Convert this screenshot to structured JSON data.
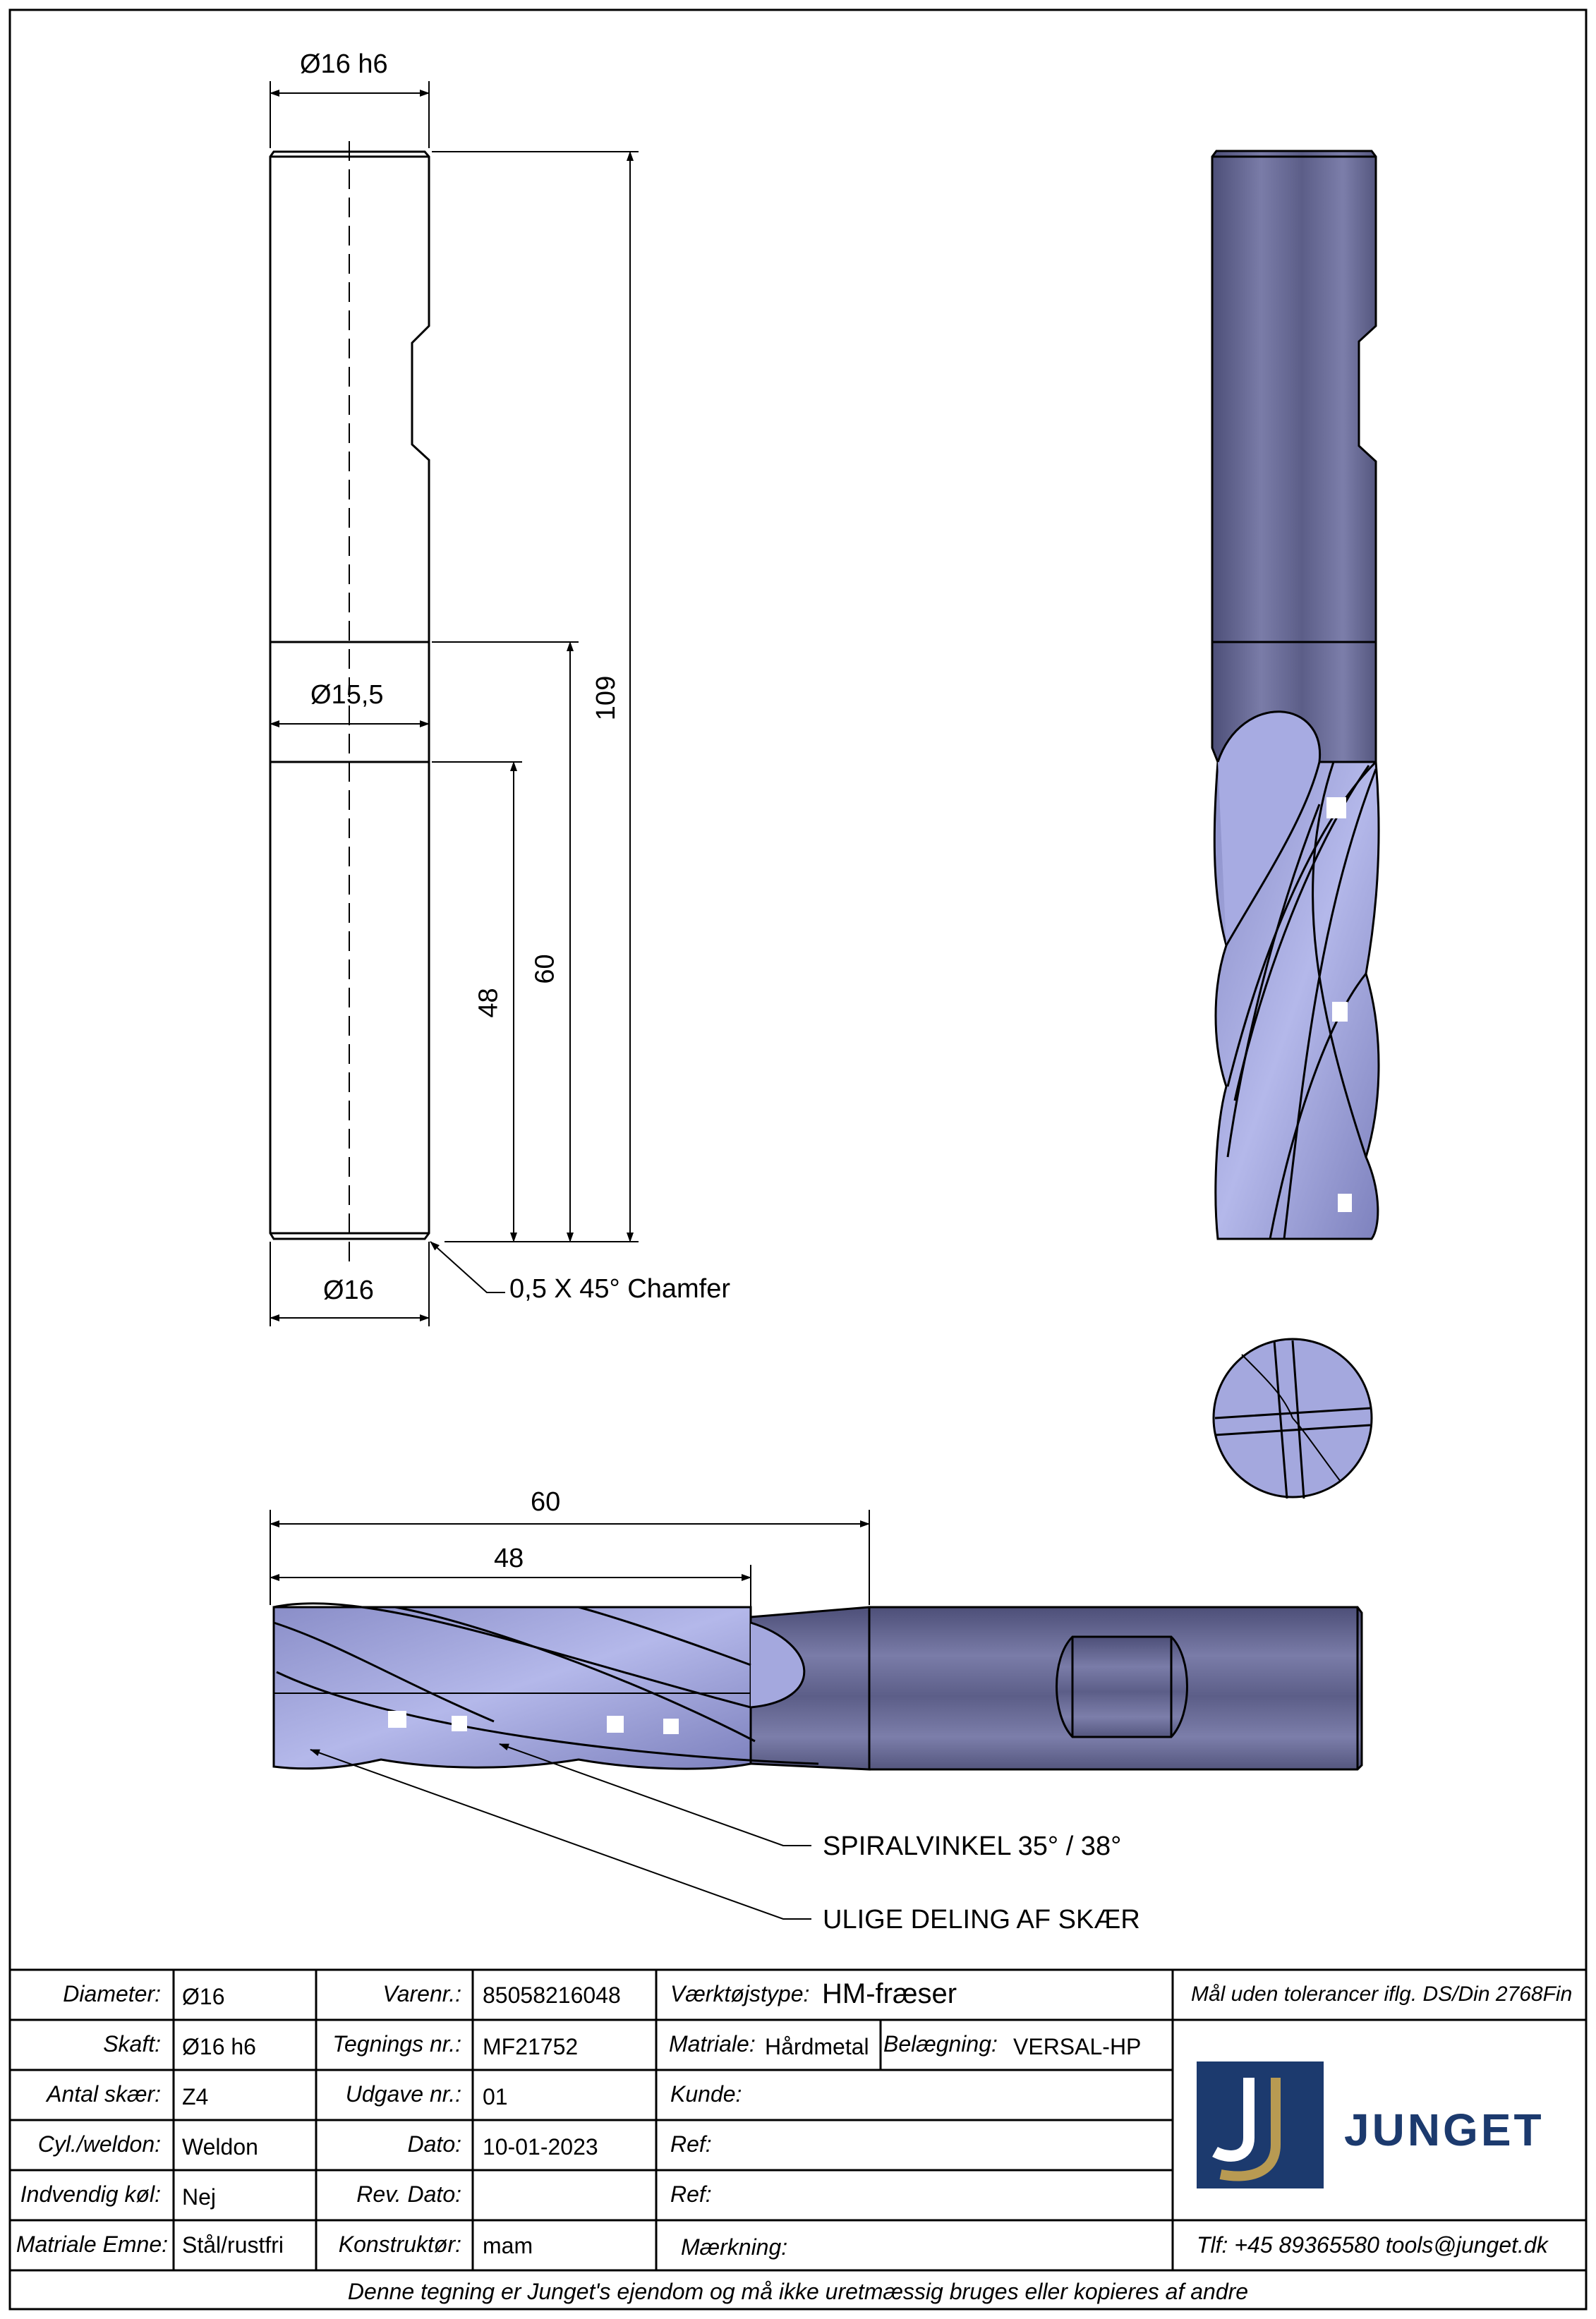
{
  "drawing": {
    "side_view": {
      "shank_dia": "Ø16 h6",
      "neck_dia": "Ø15,5",
      "tip_dia": "Ø16",
      "len_total": "109",
      "len_flute": "60",
      "len_cut": "48",
      "chamfer": "0,5 X 45° Chamfer"
    },
    "bottom_view": {
      "len_flute": "60",
      "len_cut": "48",
      "note_spiral": "SPIRALVINKEL 35° / 38°",
      "note_division": "ULIGE DELING AF SKÆR"
    }
  },
  "title_block": {
    "col1": [
      {
        "label": "Diameter:",
        "value": "Ø16"
      },
      {
        "label": "Skaft:",
        "value": "Ø16 h6"
      },
      {
        "label": "Antal skær:",
        "value": "Z4"
      },
      {
        "label": "Cyl./weldon:",
        "value": "Weldon"
      },
      {
        "label": "Indvendig køl:",
        "value": "Nej"
      },
      {
        "label": "Matriale Emne:",
        "value": "Stål/rustfri"
      }
    ],
    "col2": [
      {
        "label": "Varenr.:",
        "value": "85058216048"
      },
      {
        "label": "Tegnings nr.:",
        "value": "MF21752"
      },
      {
        "label": "Udgave nr.:",
        "value": "01"
      },
      {
        "label": "Dato:",
        "value": "10-01-2023"
      },
      {
        "label": "Rev. Dato:",
        "value": ""
      },
      {
        "label": "Konstruktør:",
        "value": "mam"
      }
    ],
    "tool_type_label": "Værktøjstype:",
    "tool_type_value": "HM-fræser",
    "material_label": "Matriale:",
    "material_value": "Hårdmetal",
    "coating_label": "Belægning:",
    "coating_value": "VERSAL-HP",
    "customer_label": "Kunde:",
    "ref1_label": "Ref:",
    "ref2_label": "Ref:",
    "marking_label": "Mærkning:",
    "tolerance_note": "Mål uden tolerancer iflg. DS/Din 2768Fin",
    "company": "JUNGET",
    "contact": "Tlf: +45 89365580  tools@junget.dk",
    "footer": "Denne tegning er Junget's ejendom og må ikke uretmæssig bruges eller kopieres af andre"
  },
  "colors": {
    "tool_body": "#6a6c94",
    "tool_flute": "#9fa3d6",
    "logo_bg": "#1c3a6e",
    "logo_gold": "#b89a52"
  }
}
